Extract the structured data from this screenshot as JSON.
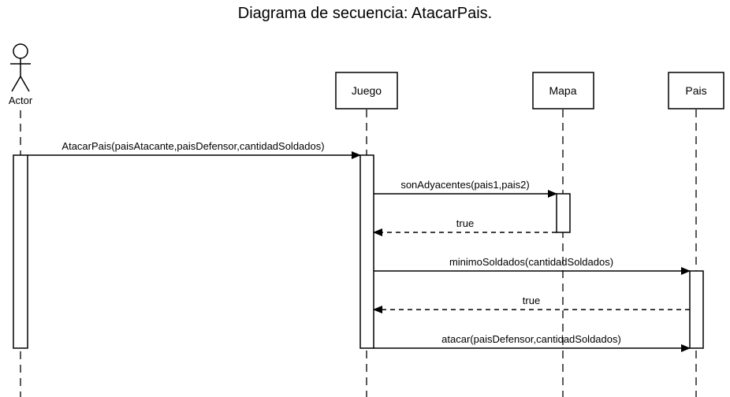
{
  "title": "Diagrama de secuencia: AtacarPais.",
  "actor": {
    "label": "Actor"
  },
  "participants": [
    {
      "id": "juego",
      "label": "Juego"
    },
    {
      "id": "mapa",
      "label": "Mapa"
    },
    {
      "id": "pais",
      "label": "Pais"
    }
  ],
  "messages": [
    {
      "label": "AtacarPais(paisAtacante,paisDefensor,cantidadSoldados)",
      "type": "call"
    },
    {
      "label": "sonAdyacentes(pais1,pais2)",
      "type": "call"
    },
    {
      "label": "true",
      "type": "return"
    },
    {
      "label": "minimoSoldados(cantidadSoldados)",
      "type": "call"
    },
    {
      "label": "true",
      "type": "return"
    },
    {
      "label": "atacar(paisDefensor,cantidadSoldados)",
      "type": "call"
    }
  ]
}
